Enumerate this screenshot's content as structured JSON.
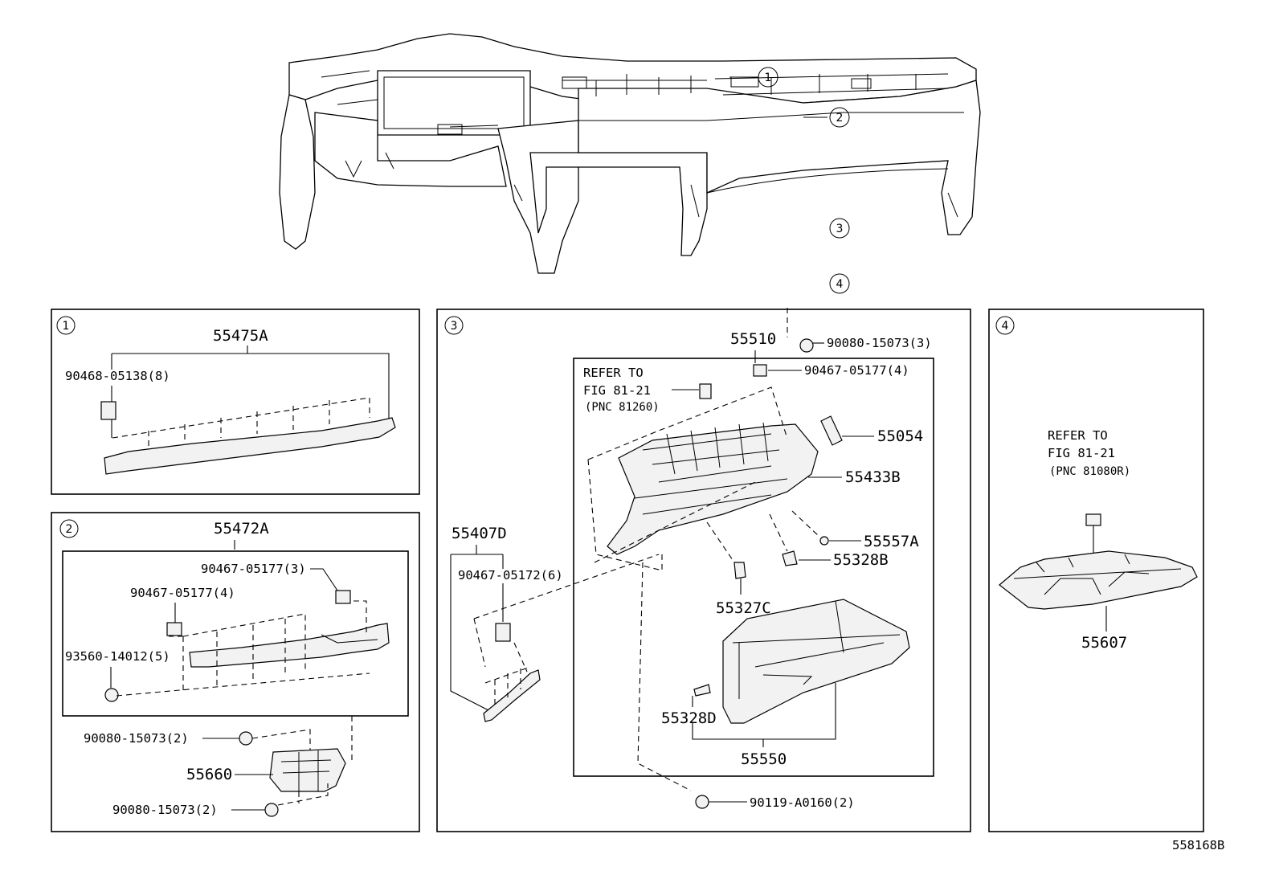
{
  "callouts": {
    "c1": "1",
    "c2": "2",
    "c3": "3",
    "c4": "4"
  },
  "panel1": {
    "num": "1",
    "p55475A": "55475A",
    "p90468": "90468-05138(8)"
  },
  "panel2": {
    "num": "2",
    "p55472A": "55472A",
    "p90467_3": "90467-05177(3)",
    "p90467_4": "90467-05177(4)",
    "p93560": "93560-14012(5)",
    "p90080_a": "90080-15073(2)",
    "p55660": "55660",
    "p90080_b": "90080-15073(2)"
  },
  "panel3": {
    "num": "3",
    "p55510": "55510",
    "p90080": "90080-15073(3)",
    "p90467_4": "90467-05177(4)",
    "refer1": "REFER TO",
    "refer2": "FIG 81-21",
    "refer3": "(PNC 81260)",
    "p55054": "55054",
    "p55433B": "55433B",
    "p55557A": "55557A",
    "p55328B": "55328B",
    "p55407D": "55407D",
    "p90467_6": "90467-05172(6)",
    "p55327C": "55327C",
    "p55328D": "55328D",
    "p55550": "55550",
    "p90119": "90119-A0160(2)"
  },
  "panel4": {
    "num": "4",
    "refer1": "REFER TO",
    "refer2": "FIG 81-21",
    "refer3": "(PNC 81080R)",
    "p55607": "55607"
  },
  "figure_id": "558168B"
}
